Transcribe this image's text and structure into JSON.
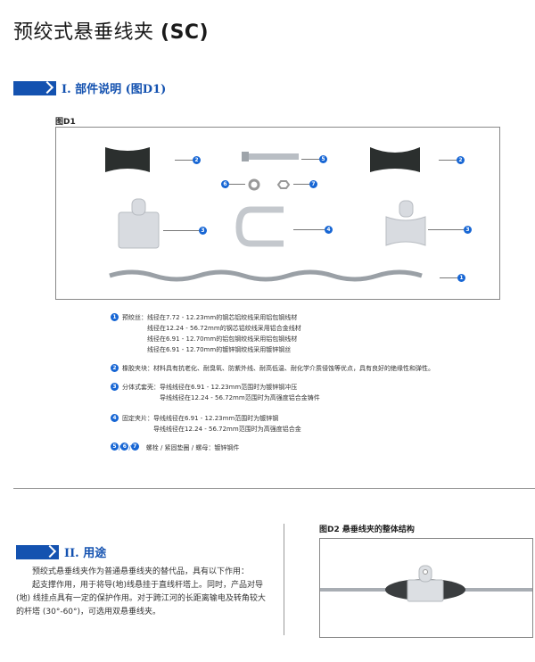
{
  "title": {
    "main": "预绞式悬垂线夹",
    "code": "(SC)"
  },
  "section1": {
    "title": "I. 部件说明 (图D1)",
    "figure_label": "图D1",
    "parts": [
      {
        "id": "1",
        "name": "预绞丝",
        "lines": [
          "线径在7.72 - 12.23mm的钢芯铝绞线采用铝包钢线材",
          "线径在12.24 - 56.72mm的钢芯铝绞线采用铝合金线材",
          "线径在6.91 - 12.70mm的铝包钢绞线采用铝包钢线材",
          "线径在6.91 - 12.70mm的镀锌钢绞线采用镀锌钢丝"
        ]
      },
      {
        "id": "2",
        "name": "橡胶夹块",
        "lines": [
          "材料具有抗老化、耐臭氧、防紫外线、耐高低温、耐化学介质侵蚀等优点，具有良好的绝缘性和弹性。"
        ]
      },
      {
        "id": "3",
        "name": "分体式套壳",
        "lines": [
          "导线线径在6.91 - 12.23mm范围时为镀锌钢冲压",
          "导线线径在12.24 - 56.72mm范围时为高强度铝合金铸件"
        ]
      },
      {
        "id": "4",
        "name": "固定夹片",
        "lines": [
          "导线线径在6.91 - 12.23mm范围时为镀锌钢",
          "导线线径在12.24 - 56.72mm范围时为高强度铝合金"
        ]
      },
      {
        "id": "5/6/7",
        "badges": [
          "5",
          "6",
          "7"
        ],
        "name": "螺栓 / 紧固垫圈 / 螺母",
        "lines": [
          "镀锌钢件"
        ]
      }
    ],
    "callouts": [
      "2",
      "5",
      "2",
      "6",
      "7",
      "3",
      "4",
      "3",
      "1"
    ]
  },
  "section2": {
    "title": "II. 用途",
    "paragraphs": [
      "预绞式悬垂线夹作为普通悬垂线夹的替代品，具有以下作用：",
      "起支撑作用，用于将导(地)线悬挂于直线杆塔上。同时，产品对导(地) 线挂点具有一定的保护作用。对于跨江河的长距离输电及转角较大的杆塔 (30°-60°)，可选用双悬垂线夹。"
    ],
    "figure_label": "图D2 悬垂线夹的整体结构"
  },
  "colors": {
    "accent": "#1452b0",
    "badge": "#1766d4"
  }
}
